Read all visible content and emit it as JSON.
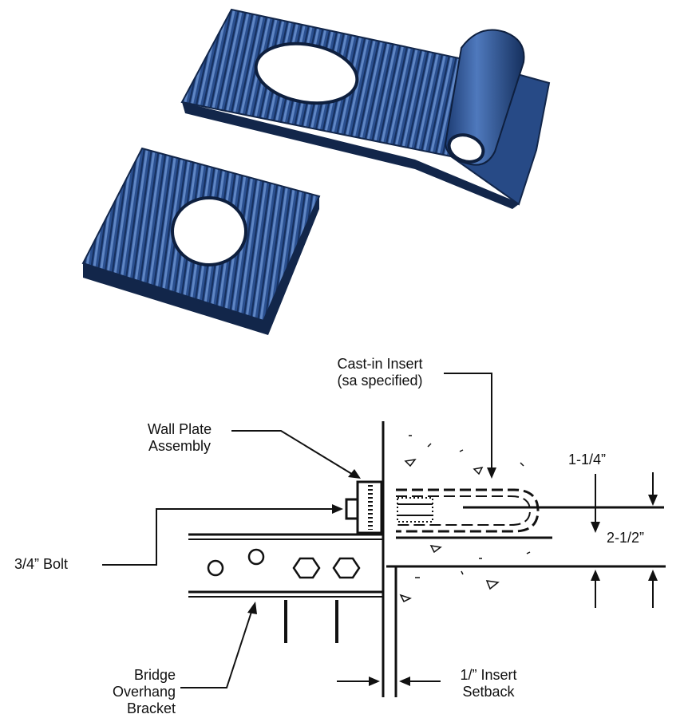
{
  "labels": {
    "cast_in_insert_line1": "Cast-in Insert",
    "cast_in_insert_line2": "(sa specified)",
    "wall_plate_line1": "Wall Plate",
    "wall_plate_line2": "Assembly",
    "bolt": "3/4” Bolt",
    "dim_upper": "1-1/4”",
    "dim_lower": "2-1/2”",
    "bridge_line1": "Bridge",
    "bridge_line2": "Overhang",
    "bridge_line3": "Bracket",
    "setback_line1": "1/” Insert",
    "setback_line2": "Setback"
  },
  "colors": {
    "plate_blue": "#2a4f8f",
    "plate_dark": "#12264a",
    "plate_highlight": "#5f86c4",
    "line": "#111111"
  }
}
